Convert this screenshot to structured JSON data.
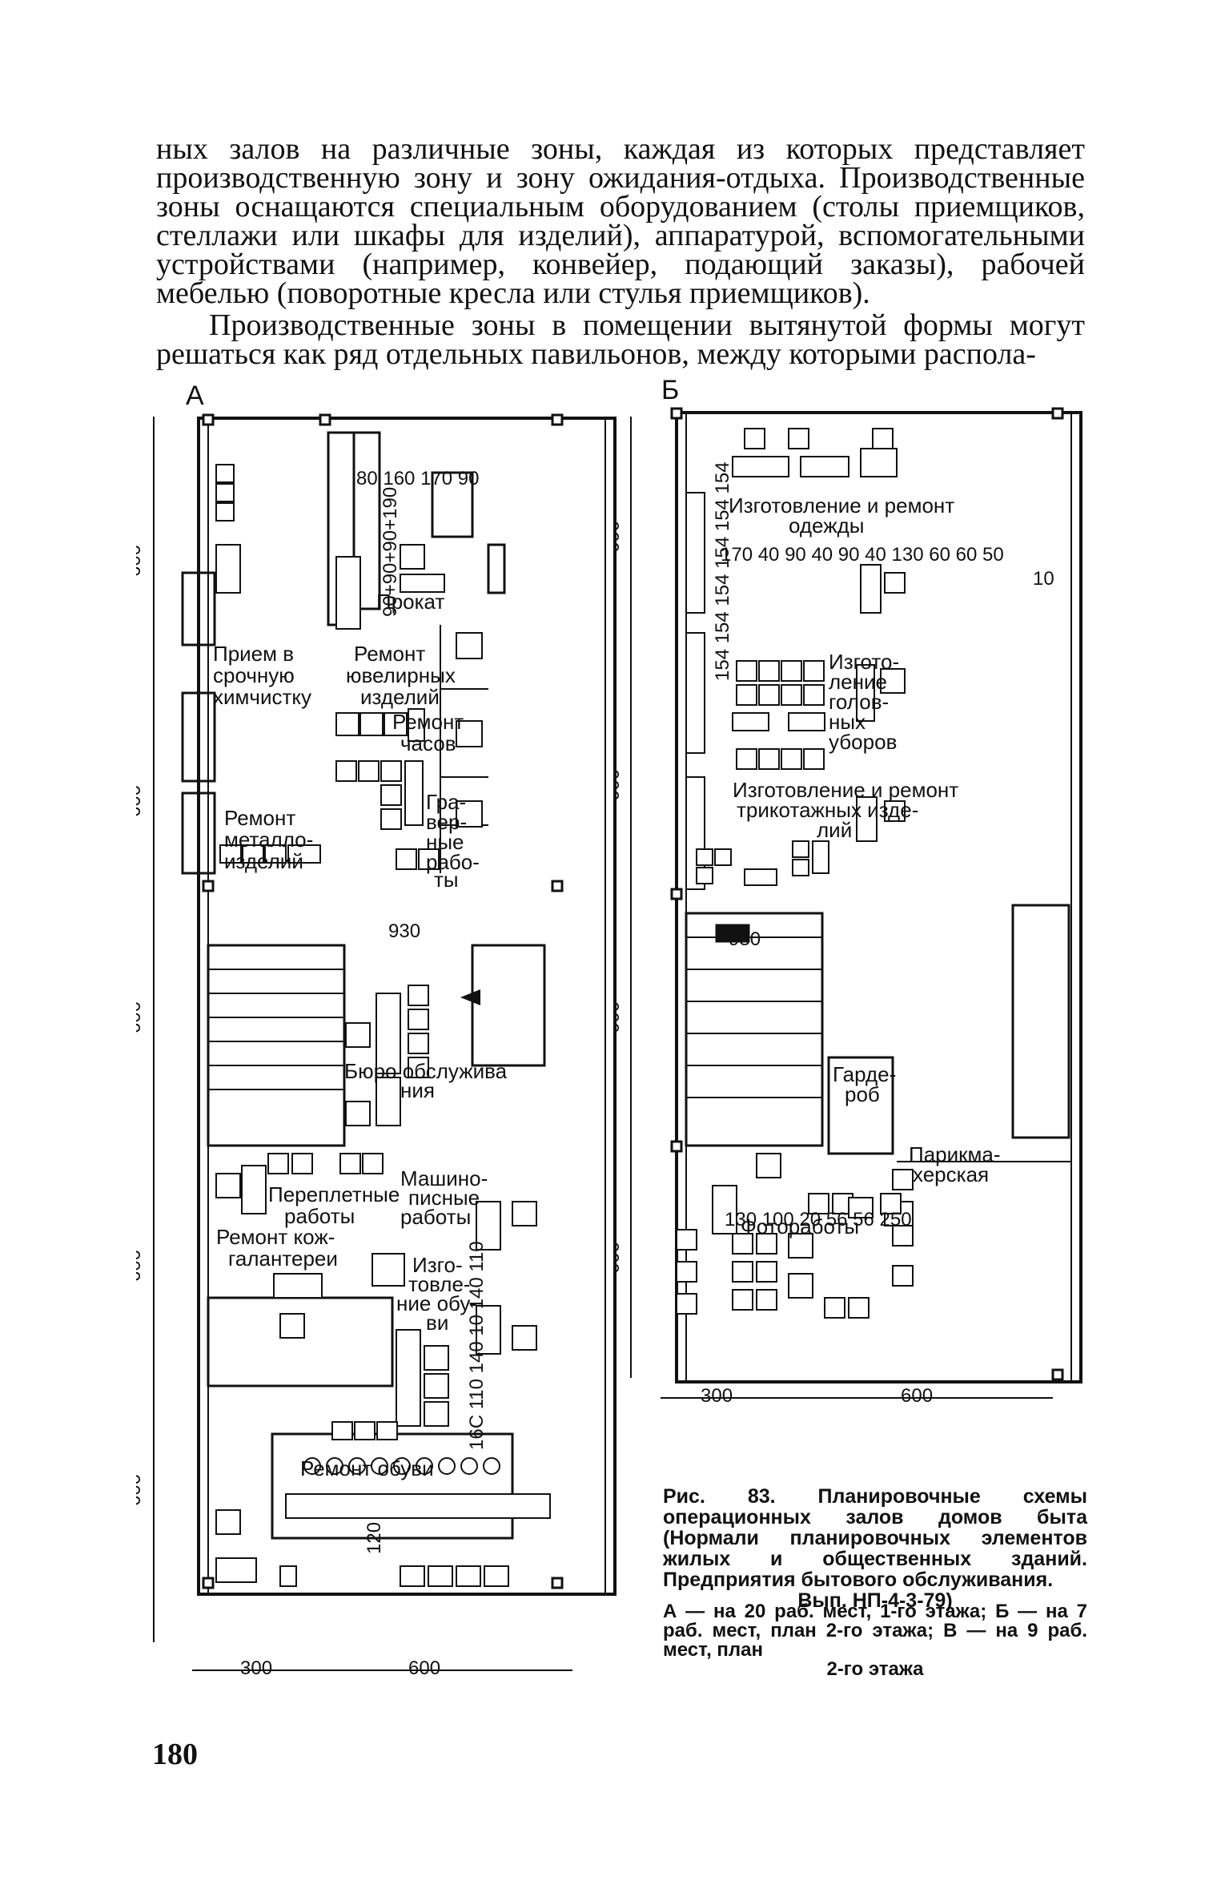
{
  "text": {
    "paragraph_1": "ных залов на различные зоны, каждая из которых представляет производственную зону и зону ожидания-отдыха. Производственные зоны оснащаются специальным оборудованием (столы приемщиков, стеллажи или шкафы для изделий), аппаратурой, вспомогательными устройствами (например, конвейер, подающий заказы), рабочей мебелью (поворотные кресла или стулья приемщиков).",
    "paragraph_2": "Производственные зоны в помещении вытянутой формы могут решаться как ряд отдельных павильонов, между которыми распола-"
  },
  "figure": {
    "plan_a_letter": "А",
    "plan_b_letter": "Б",
    "plan_a": {
      "labels": {
        "prokat": "Прокат",
        "priem_1": "Прием в",
        "priem_2": "срочную",
        "priem_3": "химчистку",
        "jewel_1": "Ремонт",
        "jewel_2": "ювелирных",
        "jewel_3": "изделий",
        "watch_1": "Ремонт",
        "watch_2": "часов",
        "metal_1": "Ремонт",
        "metal_2": "металло-",
        "metal_3": "изделий",
        "engr_1": "Гра-",
        "engr_2": "вер-",
        "engr_3": "ные",
        "engr_4": "рабо-",
        "engr_5": "ты",
        "bureau_1": "Бюро обслужива",
        "bureau_2": "ния",
        "bind_1": "Переплетные",
        "bind_2": "работы",
        "typing_1": "Машино-",
        "typing_2": "писные",
        "typing_3": "работы",
        "leather_1": "Ремонт кож-",
        "leather_2": "галантереи",
        "shoemake_1": "Изго-",
        "shoemake_2": "товле-",
        "shoemake_3": "ние обу-",
        "shoemake_4": "ви",
        "shoerepair": "Ремонт обуви"
      },
      "dims": {
        "top_row": "80 160 170 90",
        "top_col": "90+90+90+190",
        "width": "930",
        "mid_col": "16С 110 140 10 140 110",
        "bottom_small": "120",
        "side_1": "600",
        "side_2": "600",
        "side_3": "600",
        "side_4": "600",
        "side_5": "600",
        "bottom_left": "300",
        "bottom_right": "600"
      }
    },
    "plan_b": {
      "labels": {
        "clothes_1": "Изготовление и ремонт",
        "clothes_2": "одежды",
        "hats_1": "Изгото-",
        "hats_2": "ление",
        "hats_3": "голов-",
        "hats_4": "ных",
        "hats_5": "уборов",
        "knit_1": "Изготовление и ремонт",
        "knit_2": "трикотажных изде-",
        "knit_3": "лий",
        "wardrobe_1": "Гарде-",
        "wardrobe_2": "роб",
        "hair_1": "Парикма-",
        "hair_2": "херская",
        "photo": "Фотоработы"
      },
      "dims": {
        "left_col": "154 154 154 154 154 154",
        "row_1": "170 40 90 40 90 40 130 60 60 50",
        "ten": "10",
        "width": "930",
        "row_2": "130 100 20 56 56 250",
        "side_1": "600",
        "side_2": "600",
        "side_3": "600",
        "side_4": "600",
        "bottom_left": "300",
        "bottom_right": "600"
      }
    }
  },
  "caption": {
    "title": "Рис. 83. Планировочные схемы операционных залов домов быта (Нормали планировочных элементов жилых и общественных зданий. Предприятия бытового обслуживания.",
    "code": "Вып. НП-4-3-79)",
    "legend_1": "А — на 20 раб. мест, 1-го этажа; Б — на 7 раб. мест, план 2-го этажа; В — на 9 раб. мест, план",
    "legend_2": "2-го этажа"
  },
  "page_number": "180"
}
